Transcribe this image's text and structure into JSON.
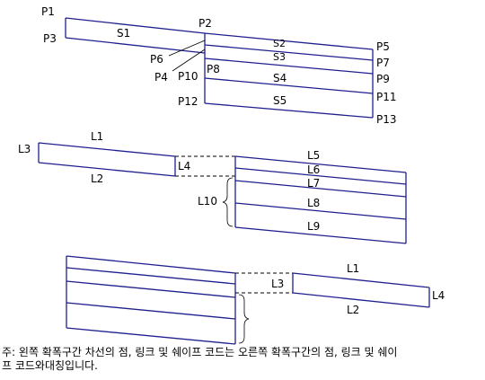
{
  "diagram1": {
    "labels": {
      "p1": "P1",
      "p2": "P2",
      "p3": "P3",
      "p4": "P4",
      "p5": "P5",
      "p6": "P6",
      "p7": "P7",
      "p8": "P8",
      "p9": "P9",
      "p10": "P10",
      "p11": "P11",
      "p12": "P12",
      "p13": "P13",
      "s1": "S1",
      "s2": "S2",
      "s3": "S3",
      "s4": "S4",
      "s5": "S5"
    }
  },
  "diagram2": {
    "labels": {
      "l1": "L1",
      "l2": "L2",
      "l3": "L3",
      "l4": "L4",
      "l5": "L5",
      "l6": "L6",
      "l7": "L7",
      "l8": "L8",
      "l9": "L9",
      "l10": "L10"
    }
  },
  "diagram3": {
    "labels": {
      "l1": "L1",
      "l2": "L2",
      "l3": "L3",
      "l4": "L4"
    }
  },
  "note": {
    "line1": "주: 왼쪽 확폭구간 차선의 점, 링크 및 쉐이프 코드는 오른쪽 확폭구간의 점, 링크 및 쉐이",
    "line2": "프 코드와대칭입니다."
  }
}
